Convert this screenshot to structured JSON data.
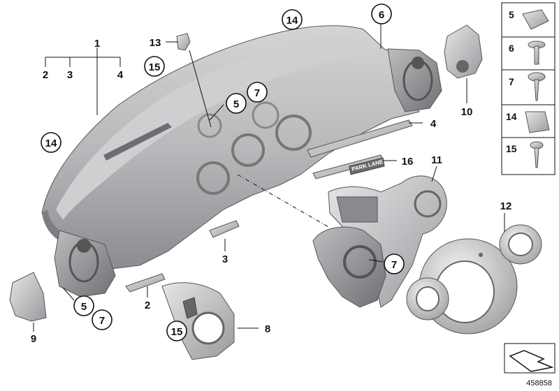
{
  "diagram": {
    "id": "458858",
    "badge_text": "PARK LANE",
    "legend": [
      "5",
      "6",
      "7",
      "14",
      "15"
    ],
    "callouts": {
      "c1": "1",
      "c2a": "2",
      "c3a": "3",
      "c4a": "4",
      "c14a": "14",
      "c14b": "14",
      "c13": "13",
      "c15a": "15",
      "c5a": "5",
      "c7a": "7",
      "c6": "6",
      "c10": "10",
      "c4b": "4",
      "c16": "16",
      "c11": "11",
      "c12": "12",
      "c7b": "7",
      "c3b": "3",
      "c2b": "2",
      "c8": "8",
      "c15b": "15",
      "c5b": "5",
      "c7c": "7",
      "c9": "9"
    }
  }
}
